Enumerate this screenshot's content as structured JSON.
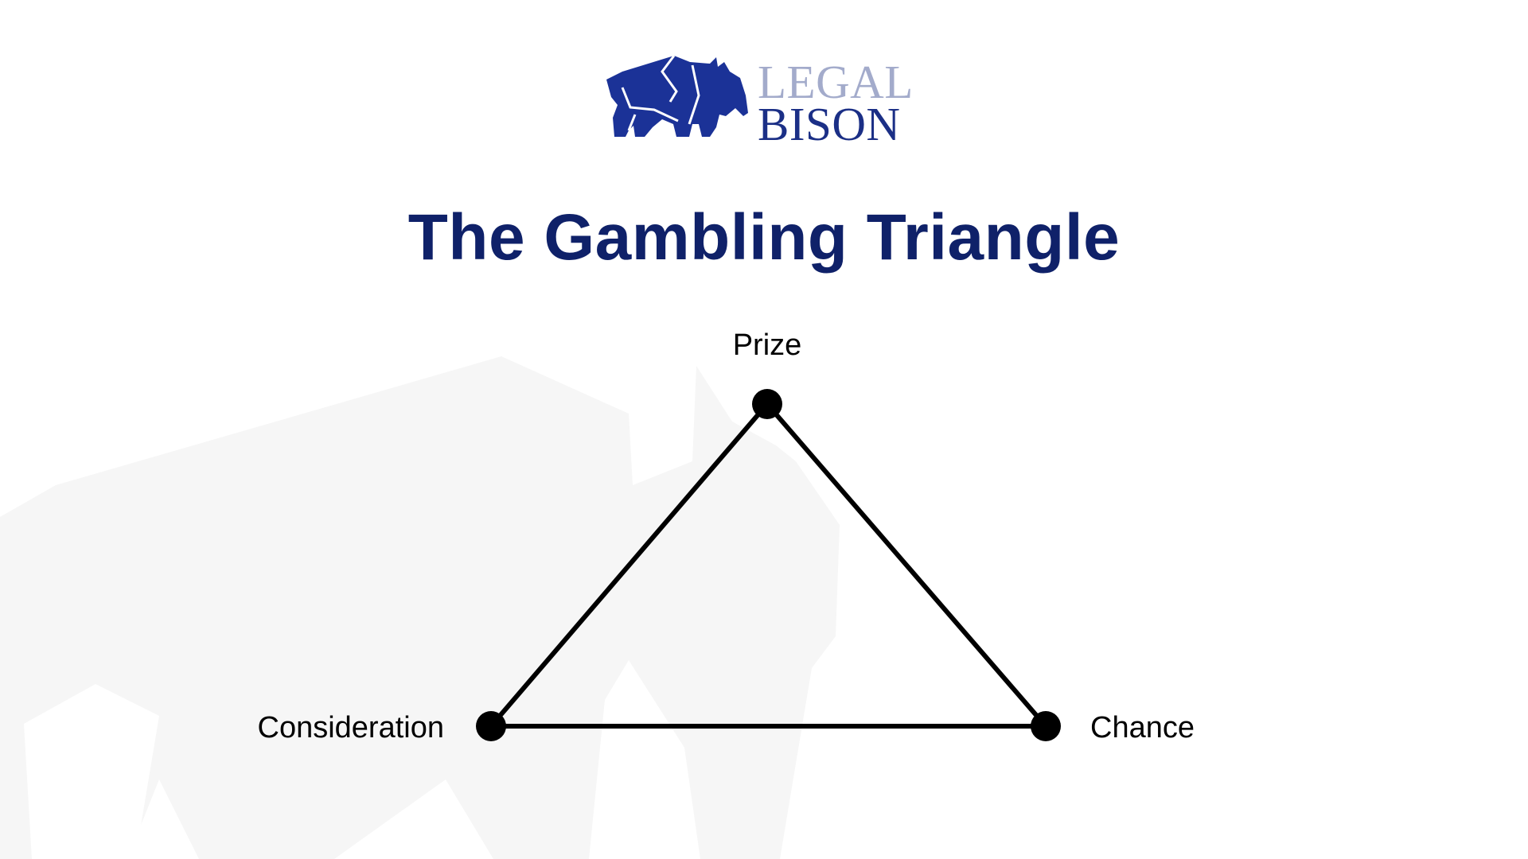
{
  "brand": {
    "logo_words": [
      "LEGAL",
      "BISON"
    ],
    "colors": {
      "bison": "#1b3297",
      "word_light": "#a3abcb",
      "word_dark": "#1b2f86",
      "watermark": "#f6f6f6"
    },
    "logo_icon": "bison-logo-icon",
    "watermark_icon": "bison-watermark-icon"
  },
  "title": "The Gambling Triangle",
  "title_color": "#0f2169",
  "diagram": {
    "nodes": [
      {
        "id": "prize",
        "label": "Prize"
      },
      {
        "id": "consideration",
        "label": "Consideration"
      },
      {
        "id": "chance",
        "label": "Chance"
      }
    ],
    "edges": [
      {
        "from": "prize",
        "to": "consideration"
      },
      {
        "from": "prize",
        "to": "chance"
      },
      {
        "from": "consideration",
        "to": "chance"
      }
    ],
    "line_color": "#000000"
  }
}
